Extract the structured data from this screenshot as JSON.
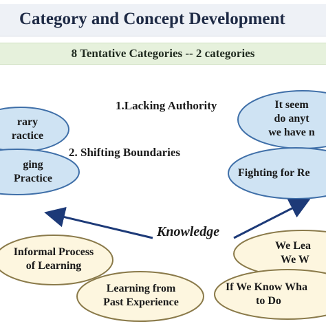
{
  "title": "Category and Concept Development",
  "subtitle": "8 Tentative Categories -- 2 categories",
  "labels": {
    "lacking_authority": "1.Lacking Authority",
    "shifting_boundaries": "2. Shifting Boundaries",
    "knowledge": "Knowledge"
  },
  "left_bubbles": [
    {
      "lines": [
        "rary",
        "ractice"
      ]
    },
    {
      "lines": [
        "ging",
        "Practice"
      ]
    }
  ],
  "right_bubbles": [
    {
      "lines": [
        "It seem",
        "do anyt",
        "we have n"
      ]
    },
    {
      "lines": [
        "Fighting for Re"
      ]
    }
  ],
  "bottom_bubbles": [
    {
      "lines": [
        "Informal Process",
        "of Learning"
      ]
    },
    {
      "lines": [
        "Learning from",
        "Past Experience"
      ]
    },
    {
      "lines": [
        "We Lea",
        "We W"
      ]
    },
    {
      "lines": [
        "If We Know Wha",
        "to Do"
      ]
    }
  ],
  "colors": {
    "blue_bubble_fill": "#cfe3f3",
    "blue_bubble_stroke": "#3f6fa8",
    "tan_bubble_fill": "#fdf6df",
    "tan_bubble_stroke": "#8a7a4a",
    "arrow": "#1d3a78"
  }
}
